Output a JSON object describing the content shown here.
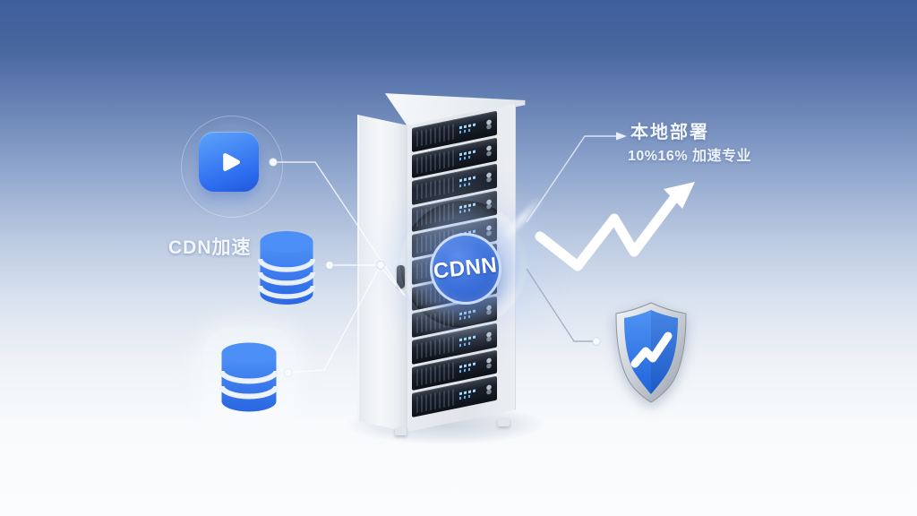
{
  "illustration": {
    "center_badge": {
      "label": "CDNN"
    },
    "left": {
      "label": "CDN加速"
    },
    "right": {
      "title": "本地部署",
      "subtitle": "10%16% 加速专业"
    },
    "icons": {
      "video_play": "play-icon",
      "cache_database": "database-icon",
      "origin_database": "database-icon",
      "growth": "trend-up-arrow-icon",
      "security": "shield-check-icon",
      "pointer": "arrowhead-icon"
    },
    "colors": {
      "background_top": "#3e5e9d",
      "background_bottom": "#fbfcfd",
      "icon_blue": "#3578ef",
      "icon_blue_dark": "#2563d6",
      "badge_blue": "#3a6fd9",
      "led_cyan": "#8fd4ff",
      "shield_silver": "#c9ced6",
      "server_dark": "#171c25",
      "white": "#ffffff"
    }
  }
}
